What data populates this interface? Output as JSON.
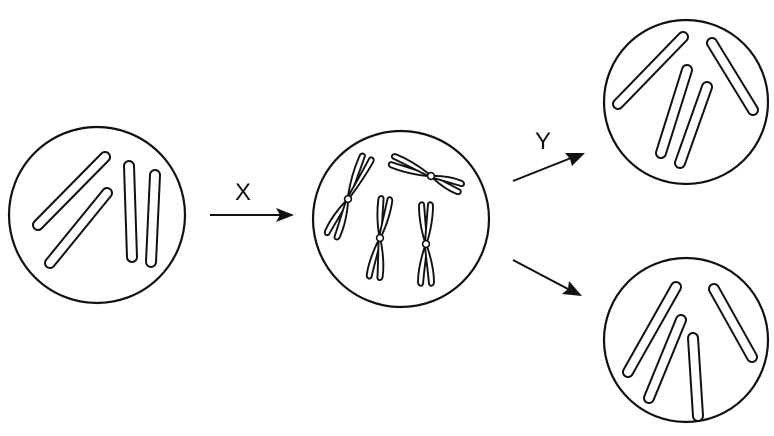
{
  "diagram": {
    "steps": {
      "x_label": "X",
      "y_label": "Y"
    },
    "cells": [
      {
        "id": "parent-cell",
        "stage": "interphase",
        "chromosomes": 4
      },
      {
        "id": "dividing-cell",
        "stage": "metaphase",
        "chromosomes": 4
      },
      {
        "id": "daughter-cell-top",
        "chromosomes": 4
      },
      {
        "id": "daughter-cell-bottom",
        "chromosomes": 4
      }
    ],
    "colors": {
      "stroke": "#111111",
      "background": "#ffffff"
    }
  }
}
